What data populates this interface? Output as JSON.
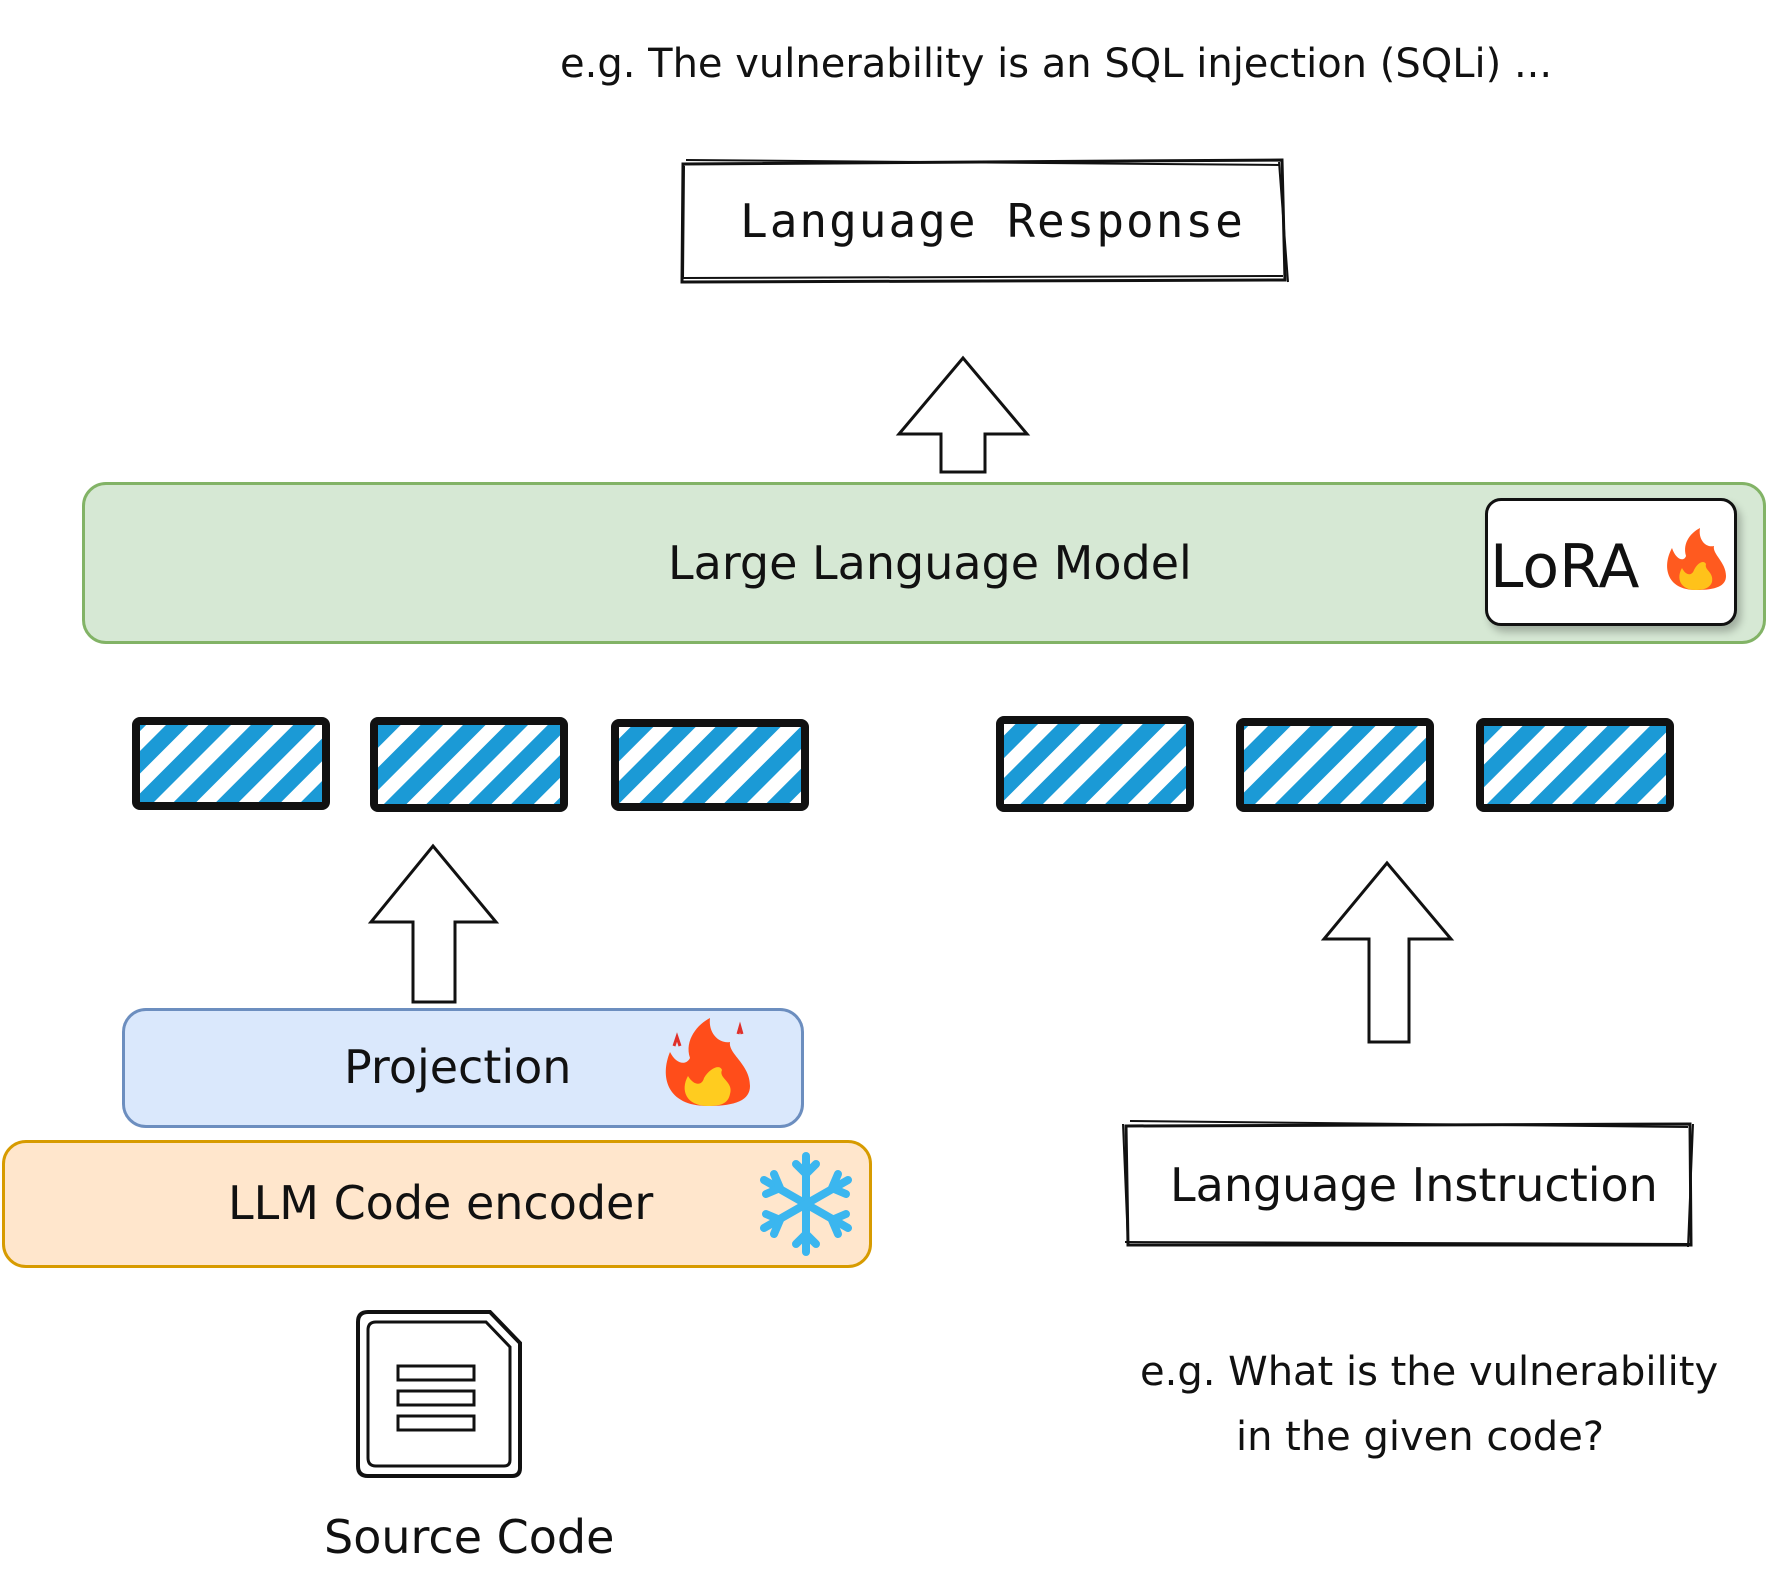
{
  "response_example": "e.g. The vulnerability is an SQL injection (SQLi) ...",
  "language_response": "Language Response",
  "llm_label": "Large Language Model",
  "lora_label": "LoRA",
  "projection_label": "Projection",
  "encoder_label": "LLM Code encoder",
  "instruction_label": "Language Instruction",
  "instruction_example_line1": "e.g. What is the vulnerability",
  "instruction_example_line2": "in the given code?",
  "source_label": "Source Code",
  "icons": {
    "trainable": "fire-icon",
    "frozen": "snowflake-icon",
    "source": "document-icon"
  },
  "colors": {
    "llm_fill": "#d6e8d4",
    "llm_border": "#82b366",
    "projection_fill": "#dae8fc",
    "projection_border": "#6c8ebf",
    "encoder_fill": "#ffe6cc",
    "encoder_border": "#d79b00",
    "token_hatch": "#1b9ad6"
  }
}
